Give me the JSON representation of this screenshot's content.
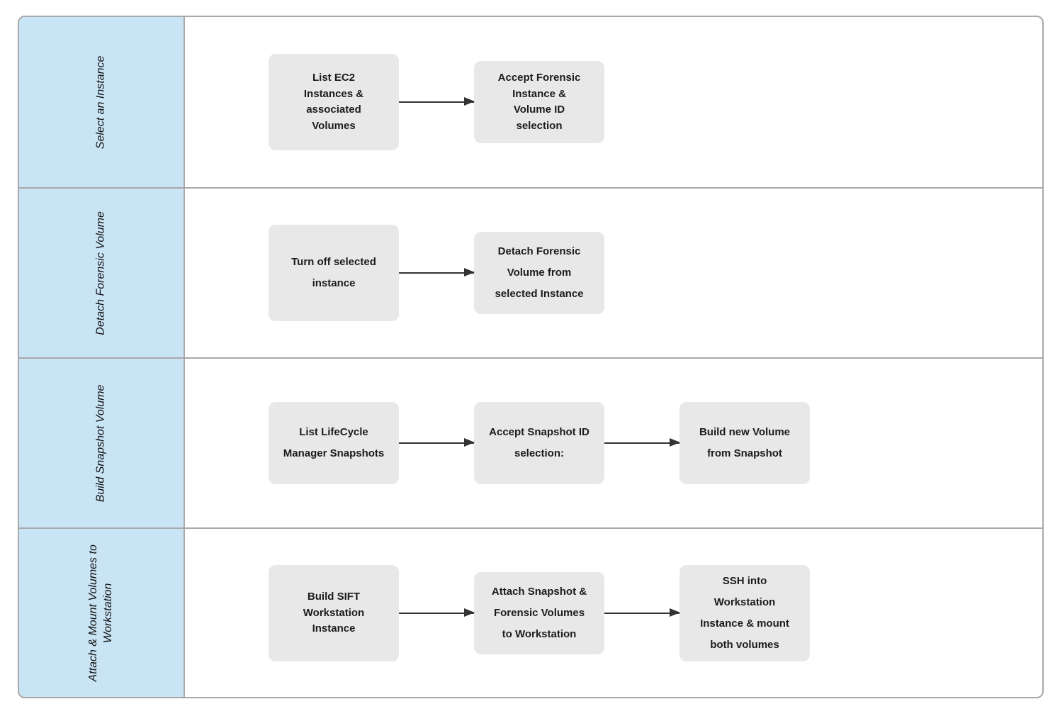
{
  "diagram": {
    "type": "swimlane-flowchart",
    "colors": {
      "lane_header_fill": "#c9e4f5",
      "border": "#a8a8a8",
      "node_fill": "#e8e8e8",
      "node_text": "#1c1c1c",
      "arrow": "#333333",
      "background": "#ffffff"
    },
    "lanes": [
      {
        "title": "Select an Instance",
        "nodes": [
          {
            "label": "List EC2\nInstances &\nassociated\nVolumes"
          },
          {
            "label": "Accept Forensic\nInstance &\nVolume ID\nselection"
          }
        ]
      },
      {
        "title": "Detach Forensic Volume",
        "nodes": [
          {
            "label": "Turn off selected\ninstance"
          },
          {
            "label": "Detach Forensic\nVolume from\nselected Instance"
          }
        ]
      },
      {
        "title": "Build Snapshot Volume",
        "nodes": [
          {
            "label": "List LifeCycle\nManager Snapshots"
          },
          {
            "label": "Accept Snapshot ID\nselection:"
          },
          {
            "label": "Build new Volume\nfrom Snapshot"
          }
        ]
      },
      {
        "title": "Attach & Mount Volumes to Workstation",
        "nodes": [
          {
            "label": "Build SIFT\nWorkstation\nInstance"
          },
          {
            "label": "Attach Snapshot &\nForensic Volumes\nto Workstation"
          },
          {
            "label": "SSH into\nWorkstation\nInstance & mount\nboth volumes"
          }
        ]
      }
    ]
  }
}
